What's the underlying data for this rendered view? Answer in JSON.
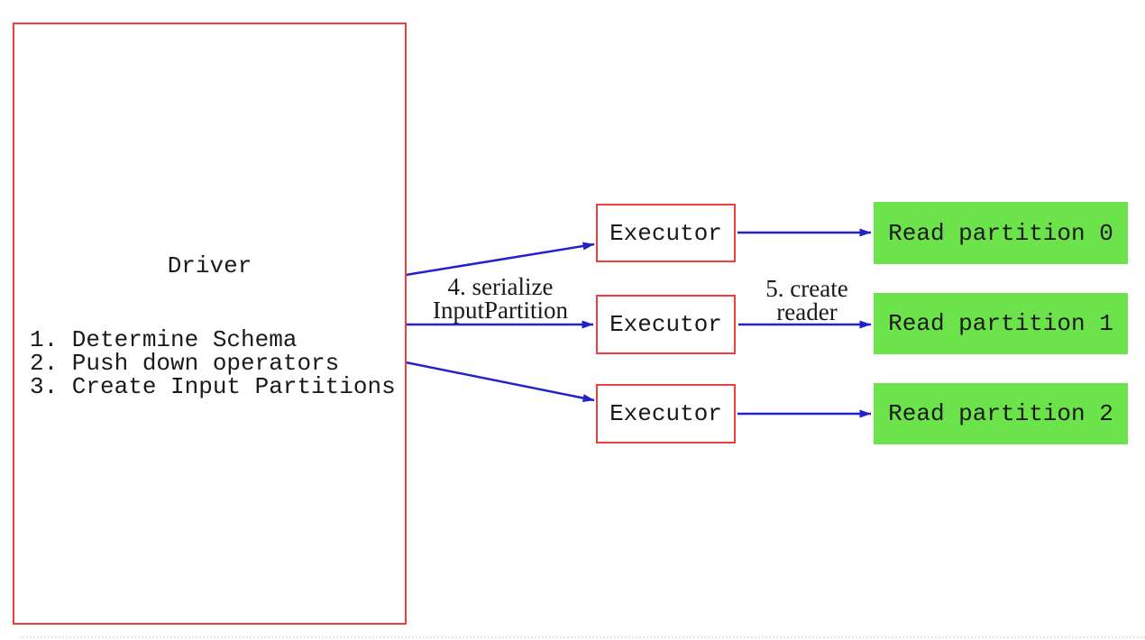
{
  "diagram": {
    "driver": {
      "title": "Driver",
      "steps": [
        "1. Determine Schema",
        "2. Push down operators",
        "3. Create Input Partitions"
      ]
    },
    "executors": [
      {
        "label": "Executor"
      },
      {
        "label": "Executor"
      },
      {
        "label": "Executor"
      }
    ],
    "partitions": [
      {
        "label": "Read partition 0"
      },
      {
        "label": "Read partition 1"
      },
      {
        "label": "Read partition 2"
      }
    ],
    "edge_labels": {
      "serialize": "4. serialize\nInputPartition",
      "create_reader": "5. create\nreader"
    },
    "colors": {
      "box_border": "#f23d3d",
      "arrow": "#2222cc",
      "partition_fill": "#6ce24b",
      "text": "#1a1a1a"
    }
  }
}
